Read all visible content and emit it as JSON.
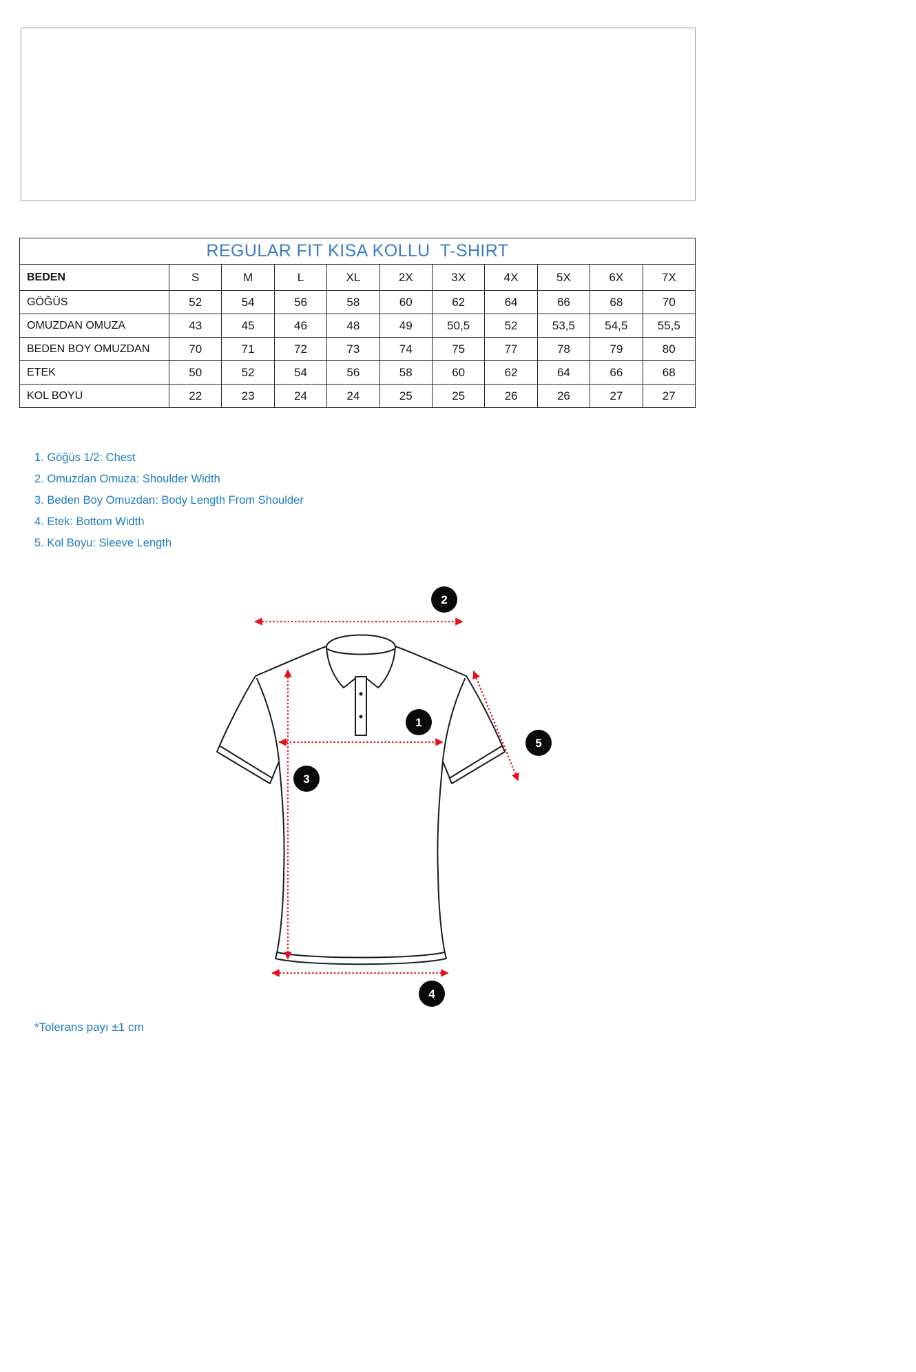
{
  "title": "REGULAR FIT KISA KOLLU  T-SHIRT",
  "table": {
    "size_row_label": "BEDEN",
    "sizes": [
      "S",
      "M",
      "L",
      "XL",
      "2X",
      "3X",
      "4X",
      "5X",
      "6X",
      "7X"
    ],
    "rows": [
      {
        "label": "GÖĞÜS",
        "values": [
          "52",
          "54",
          "56",
          "58",
          "60",
          "62",
          "64",
          "66",
          "68",
          "70"
        ]
      },
      {
        "label": "OMUZDAN OMUZA",
        "values": [
          "43",
          "45",
          "46",
          "48",
          "49",
          "50,5",
          "52",
          "53,5",
          "54,5",
          "55,5"
        ]
      },
      {
        "label": "BEDEN BOY OMUZDAN",
        "values": [
          "70",
          "71",
          "72",
          "73",
          "74",
          "75",
          "77",
          "78",
          "79",
          "80"
        ]
      },
      {
        "label": "ETEK",
        "values": [
          "50",
          "52",
          "54",
          "56",
          "58",
          "60",
          "62",
          "64",
          "66",
          "68"
        ]
      },
      {
        "label": "KOL BOYU",
        "values": [
          "22",
          "23",
          "24",
          "24",
          "25",
          "25",
          "26",
          "26",
          "27",
          "27"
        ]
      }
    ]
  },
  "legend": {
    "items": [
      "1. Göğüs 1/2: Chest",
      "2. Omuzdan Omuza: Shoulder Width",
      "3. Beden Boy Omuzdan: Body Length From Shoulder",
      "4. Etek: Bottom Width",
      "5. Kol Boyu: Sleeve Length"
    ]
  },
  "diagram": {
    "markers": [
      "1",
      "2",
      "3",
      "4",
      "5"
    ]
  },
  "footnote": "*Tolerans payı ±1 cm",
  "colors": {
    "accent_blue": "#3b7ec0",
    "legend_blue": "#1e7dbf",
    "table_border": "#1d2430",
    "arrow_red": "#e31219",
    "marker_black": "#0a0a0a",
    "marker_text": "#ffffff"
  }
}
